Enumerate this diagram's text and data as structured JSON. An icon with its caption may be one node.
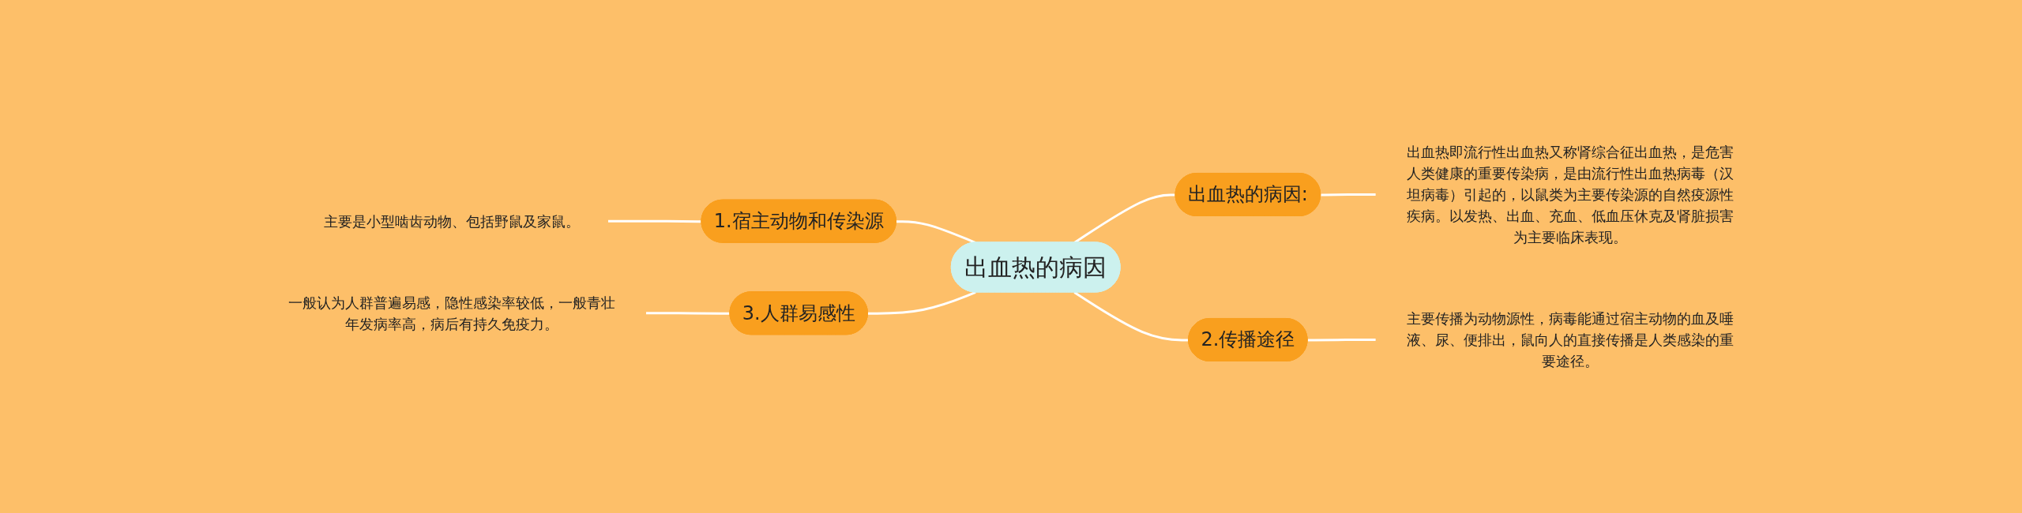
{
  "diagram": {
    "nodes": [
      {
        "text": [
          "出血热的病因"
        ]
      },
      {
        "text": [
          "1.宿主动物和传染源"
        ]
      },
      {
        "text": [
          "主要是小型啮齿动物、包括野鼠及家鼠。"
        ]
      },
      {
        "text": [
          "3.人群易感性"
        ]
      },
      {
        "text": [
          "一般认为人群普遍易感，隐性感染率较低，一般青壮年发病率高，病后有持久免疫力。"
        ]
      },
      {
        "text": [
          "出血热的病因:"
        ]
      },
      {
        "text": [
          "出血热即流行性出血热又称肾综合征出血热，是危害人类健康的重要传染病，是由流行性出血热病毒（汉坦病毒）引起的，以鼠类为主要传染源的自然疫源性疾病。以发热、出血、充血、低血压休克及肾脏损害为主要临床表现。"
        ]
      },
      {
        "text": [
          "2.传播途径"
        ]
      },
      {
        "text": [
          "主要传播为动物源性，病毒能通过宿主动物的血及唾液、尿、便排出，鼠向人的直接传播是人类感染的重要途径。"
        ]
      }
    ],
    "edges": [
      {
        "from": 0,
        "to": 1,
        "arrow": "none"
      },
      {
        "from": 1,
        "to": 2,
        "arrow": "none"
      },
      {
        "from": 0,
        "to": 3,
        "arrow": "none"
      },
      {
        "from": 3,
        "to": 4,
        "arrow": "none"
      },
      {
        "from": 0,
        "to": 5,
        "arrow": "none"
      },
      {
        "from": 5,
        "to": 6,
        "arrow": "none"
      },
      {
        "from": 0,
        "to": 7,
        "arrow": "none"
      },
      {
        "from": 7,
        "to": 8,
        "arrow": "none"
      }
    ]
  }
}
